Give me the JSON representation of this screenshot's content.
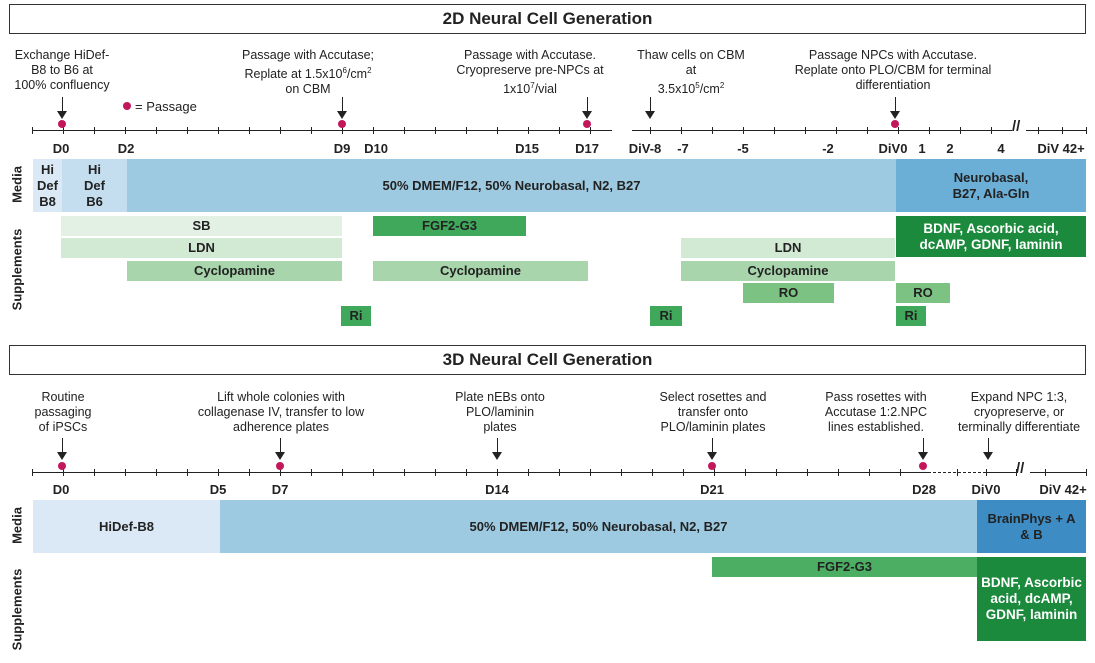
{
  "colors": {
    "media_light": "#dbe9f6",
    "media_main": "#9ecae1",
    "media_dark": "#5ba3d0",
    "supp_pale": "#e3f1e4",
    "supp_light": "#a8d5ac",
    "supp_mid": "#6bbf73",
    "supp_dark": "#2e9a45",
    "supp_darkest": "#1b7a34",
    "passage_dot": "#c2185b"
  },
  "sec2d": {
    "title": "2D Neural Cell Generation",
    "notes": {
      "n1": "Exchange HiDef-B8 to B6 at 100% confluency",
      "n2_a": "Passage with Accutase;",
      "n2_b": "Replate at 1.5x10",
      "n2_sup": "6",
      "n2_c": "/cm",
      "n2_sup2": "2",
      "n2_d": "on CBM",
      "n3_a": "Passage with Accutase.",
      "n3_b": "Cryopreserve pre-NPCs at",
      "n3_c": "1x10",
      "n3_sup": "7",
      "n3_d": "/vial",
      "n4_a": "Thaw cells on CBM at",
      "n4_b": "3.5x10",
      "n4_sup": "5",
      "n4_c": "/cm",
      "n4_sup2": "2",
      "n5": "Passage NPCs with Accutase. Replate onto PLO/CBM for terminal differentiation"
    },
    "legend": "= Passage",
    "timepoints": [
      "D0",
      "D2",
      "D9",
      "D10",
      "D15",
      "D17",
      "DiV-8",
      "-7",
      "-5",
      "-2",
      "DiV0",
      "1",
      "2",
      "4",
      "DiV 42+"
    ],
    "media_label": "Media",
    "supplements_label": "Supplements",
    "media": {
      "hidef_b8": "Hi Def B8",
      "hidef_b6": "Hi Def B6",
      "main": "50% DMEM/F12, 50% Neurobasal, N2, B27",
      "neurobasal": "Neurobasal, B27, Ala-Gln"
    },
    "supplements": {
      "sb": "SB",
      "ldn1": "LDN",
      "cyclo1": "Cyclopamine",
      "ri1": "Ri",
      "fgf": "FGF2-G3",
      "cyclo2": "Cyclopamine",
      "ri2": "Ri",
      "ldn2": "LDN",
      "cyclo3": "Cyclopamine",
      "ro1": "RO",
      "bdnf": "BDNF, Ascorbic acid, dcAMP, GDNF, laminin",
      "ro2": "RO",
      "ri3": "Ri"
    }
  },
  "sec3d": {
    "title": "3D Neural Cell Generation",
    "notes": {
      "n1": "Routine passaging of iPSCs",
      "n2": "Lift whole colonies with collagenase IV, transfer to low adherence plates",
      "n3": "Plate nEBs onto PLO/laminin plates",
      "n4": "Select rosettes and transfer onto PLO/laminin plates",
      "n5": "Pass rosettes with Accutase 1:2.NPC lines established.",
      "n6": "Expand NPC 1:3, cryopreserve, or terminally differentiate"
    },
    "timepoints": [
      "D0",
      "D5",
      "D7",
      "D14",
      "D21",
      "D28",
      "DiV0",
      "DiV 42+"
    ],
    "media_label": "Media",
    "supplements_label": "Supplements",
    "media": {
      "hidef": "HiDef-B8",
      "main": "50% DMEM/F12, 50% Neurobasal, N2, B27",
      "brainphys": "BrainPhys + A & B"
    },
    "supplements": {
      "fgf": "FGF2-G3",
      "bdnf": "BDNF, Ascorbic acid, dcAMP, GDNF, laminin"
    }
  }
}
